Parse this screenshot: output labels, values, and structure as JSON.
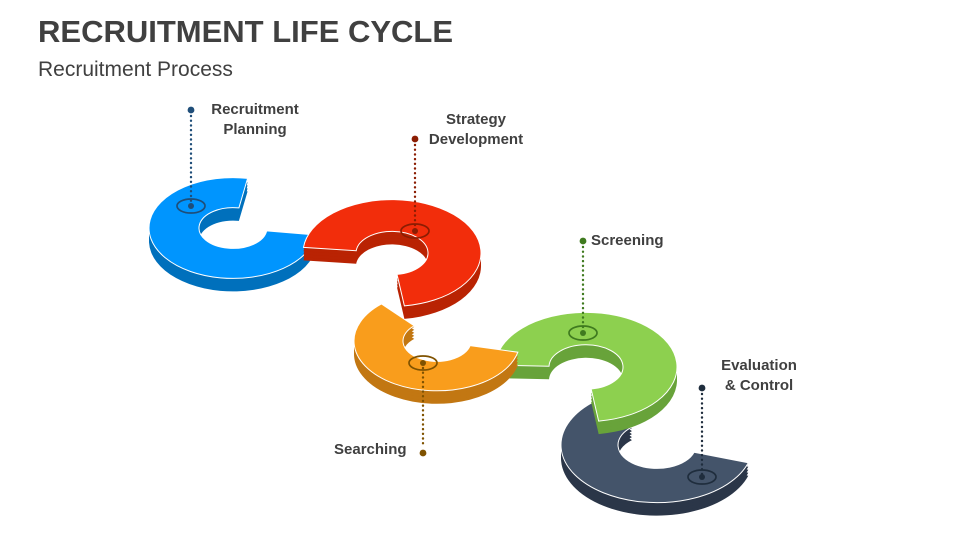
{
  "slide": {
    "title": "RECRUITMENT LIFE CYCLE",
    "subtitle": "Recruitment Process",
    "background_color": "#FFFFFF",
    "text_color": "#404040"
  },
  "diagram": {
    "name": "recruitment-process-snake",
    "steps": [
      {
        "id": "recruitment-planning",
        "label": "Recruitment Planning",
        "lines": [
          "Recruitment",
          "Planning"
        ],
        "color": "#0095FE",
        "depth_color": "#0070BC",
        "marker_color": "#1F4E79"
      },
      {
        "id": "strategy-development",
        "label": "Strategy Development",
        "lines": [
          "Strategy",
          "Development"
        ],
        "color": "#F22D0B",
        "depth_color": "#B92303",
        "marker_color": "#8B1D03"
      },
      {
        "id": "searching",
        "label": "Searching",
        "lines": [
          "Searching"
        ],
        "color": "#F99D1C",
        "depth_color": "#C27712",
        "marker_color": "#7F5200"
      },
      {
        "id": "screening",
        "label": "Screening",
        "lines": [
          "Screening"
        ],
        "color": "#8DD04F",
        "depth_color": "#68A33A",
        "marker_color": "#3F7A1F"
      },
      {
        "id": "evaluation-control",
        "label": "Evaluation & Control",
        "lines": [
          "Evaluation",
          "& Control"
        ],
        "color": "#44546A",
        "depth_color": "#2B3648",
        "marker_color": "#1F2D3D"
      }
    ]
  }
}
